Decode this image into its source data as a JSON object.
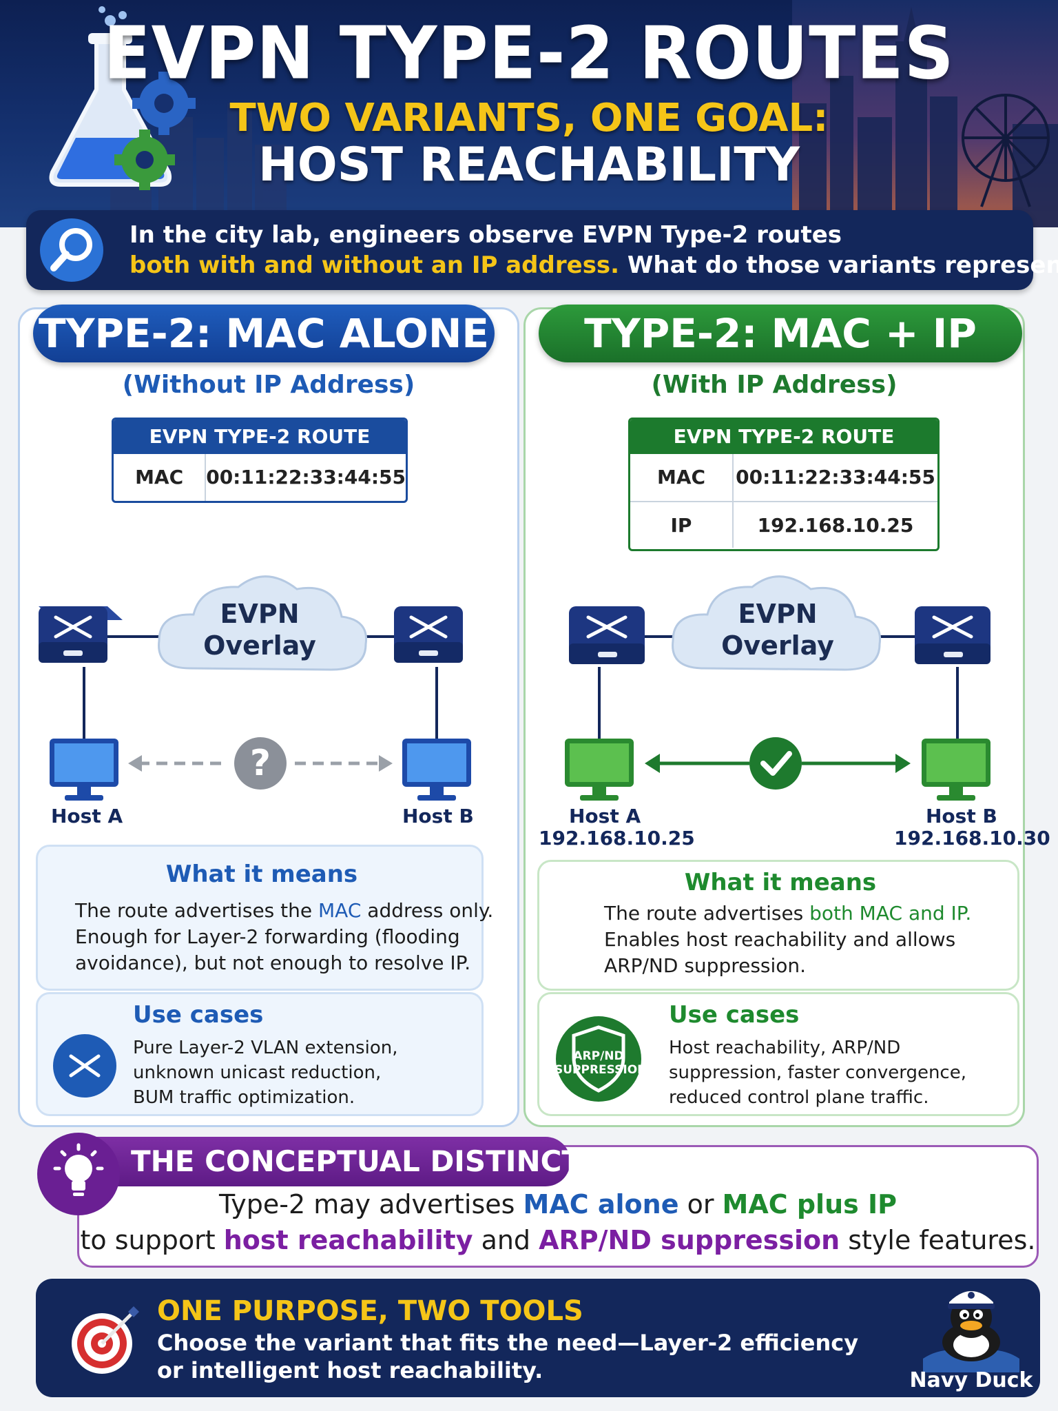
{
  "header": {
    "title": "EVPN TYPE-2 ROUTES",
    "subtitle_line1": "TWO VARIANTS, ONE GOAL:",
    "subtitle_line2": "HOST REACHABILITY"
  },
  "intro": {
    "line1": "In the city lab, engineers observe EVPN Type-2 routes",
    "line2_highlight": "both with and without an IP address.",
    "line2_rest": " What do those variants represent?"
  },
  "left": {
    "title": "TYPE-2: MAC ALONE",
    "subtitle": "(Without IP Address)",
    "route_header": "EVPN TYPE-2 ROUTE",
    "rows": [
      {
        "key": "MAC",
        "value": "00:11:22:33:44:55"
      }
    ],
    "cloud_line1": "EVPN",
    "cloud_line2": "Overlay",
    "question": "?",
    "host_a": "Host A",
    "host_b": "Host B",
    "means_title": "What it means",
    "means_l1_pre": "The route advertises the ",
    "means_l1_hl": "MAC",
    "means_l1_post": " address only.",
    "means_l2": "Enough for Layer-2 forwarding (flooding",
    "means_l3": "avoidance), but not enough to resolve IP.",
    "use_title": "Use cases",
    "use_l1": "Pure Layer-2 VLAN extension,",
    "use_l2": "unknown unicast reduction,",
    "use_l3": "BUM traffic optimization."
  },
  "right": {
    "title": "TYPE-2: MAC + IP",
    "subtitle": "(With IP Address)",
    "route_header": "EVPN TYPE-2 ROUTE",
    "rows": [
      {
        "key": "MAC",
        "value": "00:11:22:33:44:55"
      },
      {
        "key": "IP",
        "value": "192.168.10.25"
      }
    ],
    "cloud_line1": "EVPN",
    "cloud_line2": "Overlay",
    "host_a": "Host A",
    "host_a_ip": "192.168.10.25",
    "host_b": "Host B",
    "host_b_ip": "192.168.10.30",
    "means_title": "What it means",
    "means_l1_pre": "The route advertises ",
    "means_l1_hl": "both MAC and IP.",
    "means_l2": "Enables host reachability and allows",
    "means_l3": "ARP/ND suppression.",
    "badge_l1": "ARP/ND",
    "badge_l2": "SUPPRESSION",
    "use_title": "Use cases",
    "use_l1": "Host reachability, ARP/ND",
    "use_l2": "suppression, faster convergence,",
    "use_l3": "reduced control plane traffic."
  },
  "concept": {
    "title": "THE CONCEPTUAL DISTINCTION",
    "l1_a": "Type-2 may advertises ",
    "l1_b": "MAC alone",
    "l1_c": " or ",
    "l1_d": "MAC plus IP",
    "l2_a": "to support ",
    "l2_b": "host reachability",
    "l2_c": " and ",
    "l2_d": "ARP/ND suppression",
    "l2_e": " style features."
  },
  "banner": {
    "title": "ONE PURPOSE, TWO TOOLS",
    "line1": "Choose the variant that fits the need—Layer-2 efficiency",
    "line2": "or intelligent host reachability.",
    "brand": "Navy Duck"
  },
  "colors": {
    "navy": "#13275b",
    "blue": "#1e5bb5",
    "green": "#1e8a2e",
    "purple": "#7b1fa2",
    "yellow": "#f5c518"
  }
}
